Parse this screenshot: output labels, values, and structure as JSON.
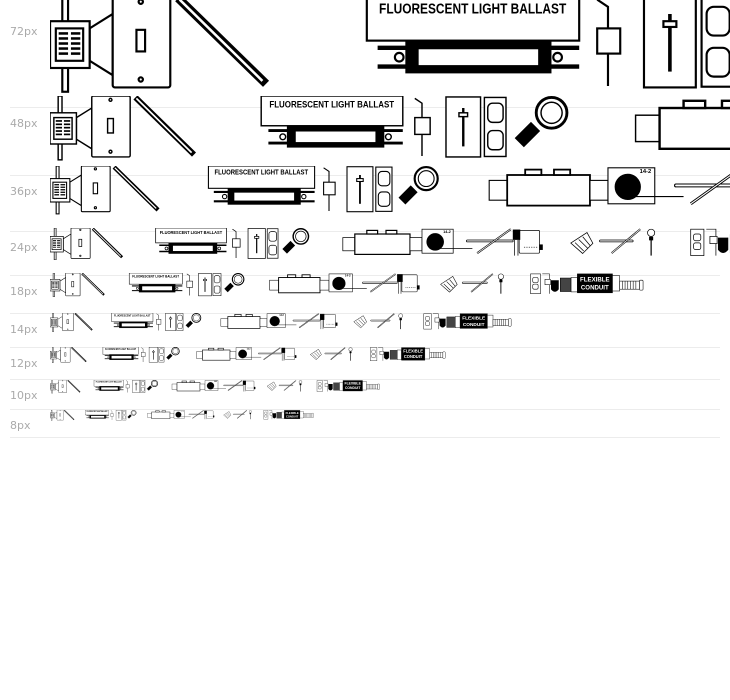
{
  "specimen": {
    "rows": [
      {
        "label": "72px",
        "size": 72
      },
      {
        "label": "48px",
        "size": 48
      },
      {
        "label": "36px",
        "size": 36
      },
      {
        "label": "24px",
        "size": 24
      },
      {
        "label": "18px",
        "size": 18
      },
      {
        "label": "14px",
        "size": 14
      },
      {
        "label": "12px",
        "size": 12
      },
      {
        "label": "10px",
        "size": 10
      },
      {
        "label": "8px",
        "size": 8
      }
    ],
    "glyph_text": {
      "ballast": "FLUORESCENT LIGHT BALLAST",
      "cable": "14-2",
      "conduit_line1": "FLEXIBLE",
      "conduit_line2": "CONDUIT"
    },
    "glyphs": [
      "electrical-box",
      "light-switch",
      "wire-probe",
      "fluorescent-ballast",
      "wire-clip",
      "dimmer-switch",
      "duplex-outlet",
      "ring-terminal",
      "junction-connector",
      "cable-14-2",
      "cross-wire",
      "wire-device",
      "wire-nut",
      "bulb-wire",
      "outlet-plate",
      "conduit-connector",
      "flexible-conduit"
    ],
    "colors": {
      "ink": "#000000",
      "label": "#aaaaaa",
      "separator": "#ececec"
    }
  }
}
